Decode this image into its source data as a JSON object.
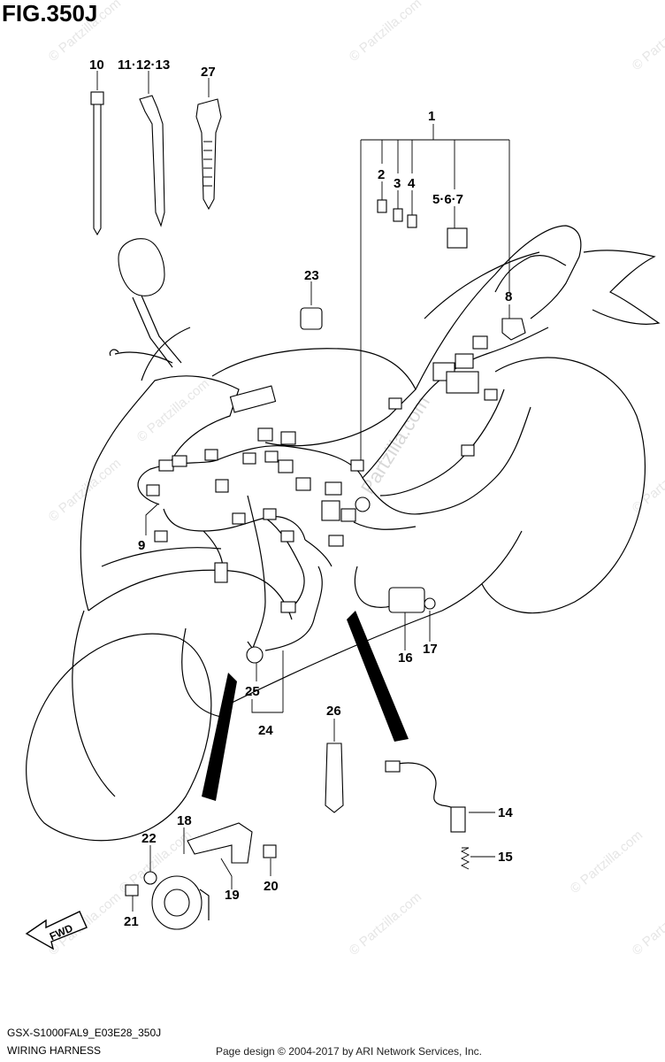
{
  "figure": {
    "title": "FIG.350J"
  },
  "callouts": {
    "p1": "1",
    "p2": "2",
    "p3": "3",
    "p4": "4",
    "p567": "5·6·7",
    "p8": "8",
    "p9": "9",
    "p10": "10",
    "p111213": "11·12·13",
    "p14": "14",
    "p15": "15",
    "p16": "16",
    "p17": "17",
    "p18": "18",
    "p19": "19",
    "p20": "20",
    "p21": "21",
    "p22": "22",
    "p23": "23",
    "p24": "24",
    "p25": "25",
    "p26": "26",
    "p27": "27"
  },
  "direction": {
    "label": "FWD"
  },
  "watermark": {
    "text": "© Partzilla.com",
    "big": "Partzilla.com"
  },
  "footer": {
    "model_code": "GSX-S1000FAL9_E03E28_350J",
    "section_name": "WIRING HARNESS",
    "credit": "Page design © 2004-2017 by ARI Network Services, Inc."
  },
  "colors": {
    "line": "#000000",
    "background": "#ffffff",
    "watermark": "#e0e0e0"
  }
}
